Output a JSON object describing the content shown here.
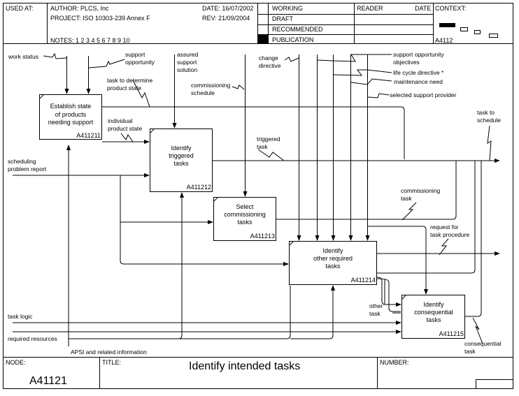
{
  "header": {
    "used_at_label": "USED AT:",
    "author": "AUTHOR:  PLCS, Inc",
    "project": "PROJECT:  ISO 10303-239 Annex F",
    "notes": "NOTES:  1  2  3  4  5  6  7  8  9  10",
    "date": "DATE: 16/07/2002",
    "rev": "REV:   21/09/2004",
    "status_rows": [
      {
        "label": "WORKING",
        "active": false
      },
      {
        "label": "DRAFT",
        "active": false
      },
      {
        "label": "RECOMMENDED",
        "active": false
      },
      {
        "label": "PUBLICATION",
        "active": true
      }
    ],
    "reader_label": "READER",
    "reader_date_label": "DATE",
    "context_label": "CONTEXT:",
    "context_node": "A4112"
  },
  "boxes": [
    {
      "id": "A411211",
      "lines": [
        "Establish state",
        "of products",
        "needing support"
      ]
    },
    {
      "id": "A411212",
      "lines": [
        "Identify",
        "triggered",
        "tasks"
      ]
    },
    {
      "id": "A411213",
      "lines": [
        "Select",
        "commissioning",
        "tasks"
      ]
    },
    {
      "id": "A411214",
      "lines": [
        "Identify",
        "other required",
        "tasks"
      ]
    },
    {
      "id": "A411215",
      "lines": [
        "Identify",
        "consequential",
        "tasks"
      ]
    }
  ],
  "arrow_labels": {
    "work_status": [
      "work status"
    ],
    "support_opportunity": [
      "support",
      "opportunity"
    ],
    "assured_support_solution": [
      "assured",
      "support",
      "solution"
    ],
    "task_to_determine": [
      "task to determine",
      "product state"
    ],
    "commissioning_schedule": [
      "commissioning",
      "schedule"
    ],
    "change_directive": [
      "change",
      "directive"
    ],
    "support_opportunity_objectives": [
      "support opportunity",
      "objectives"
    ],
    "life_cycle_directive": [
      "life cycle directive *"
    ],
    "maintenance_need": [
      "maintenance need"
    ],
    "selected_support_provider": [
      "selected support provider"
    ],
    "individual_product_state": [
      "individual",
      "product state"
    ],
    "triggered_task": [
      "triggered",
      "task"
    ],
    "task_to_schedule": [
      "task to",
      "schedule"
    ],
    "scheduling_problem_report": [
      "scheduling",
      "problem report"
    ],
    "commissioning_task": [
      "commissioning",
      "task"
    ],
    "request_for_task_procedure": [
      "request for",
      "task procedure"
    ],
    "other_task": [
      "other",
      "task"
    ],
    "task_logic": [
      "task logic"
    ],
    "required_resources": [
      "required resources"
    ],
    "apsi": [
      "APSI and related information"
    ],
    "consequential_task": [
      "consequential",
      "task"
    ]
  },
  "footer": {
    "node_label": "NODE:",
    "node_value": "A41121",
    "title_label": "TITLE:",
    "title_value": "Identify intended tasks",
    "number_label": "NUMBER:"
  }
}
